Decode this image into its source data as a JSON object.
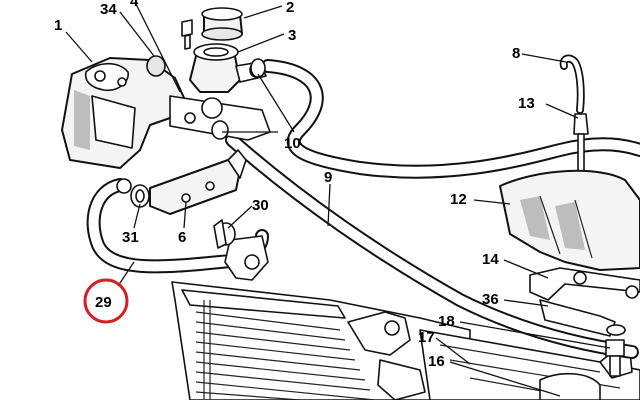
{
  "diagram": {
    "callouts": [
      {
        "id": "1",
        "label": "1"
      },
      {
        "id": "2",
        "label": "2"
      },
      {
        "id": "3",
        "label": "3"
      },
      {
        "id": "4",
        "label": "4"
      },
      {
        "id": "6",
        "label": "6"
      },
      {
        "id": "8",
        "label": "8"
      },
      {
        "id": "9",
        "label": "9"
      },
      {
        "id": "10",
        "label": "10"
      },
      {
        "id": "12",
        "label": "12"
      },
      {
        "id": "13",
        "label": "13"
      },
      {
        "id": "14",
        "label": "14"
      },
      {
        "id": "16",
        "label": "16"
      },
      {
        "id": "17",
        "label": "17"
      },
      {
        "id": "18",
        "label": "18"
      },
      {
        "id": "29",
        "label": "29"
      },
      {
        "id": "30",
        "label": "30"
      },
      {
        "id": "31",
        "label": "31"
      },
      {
        "id": "34",
        "label": "34"
      },
      {
        "id": "36",
        "label": "36"
      }
    ],
    "highlight": {
      "label": "29",
      "color": "#d51f26"
    }
  }
}
